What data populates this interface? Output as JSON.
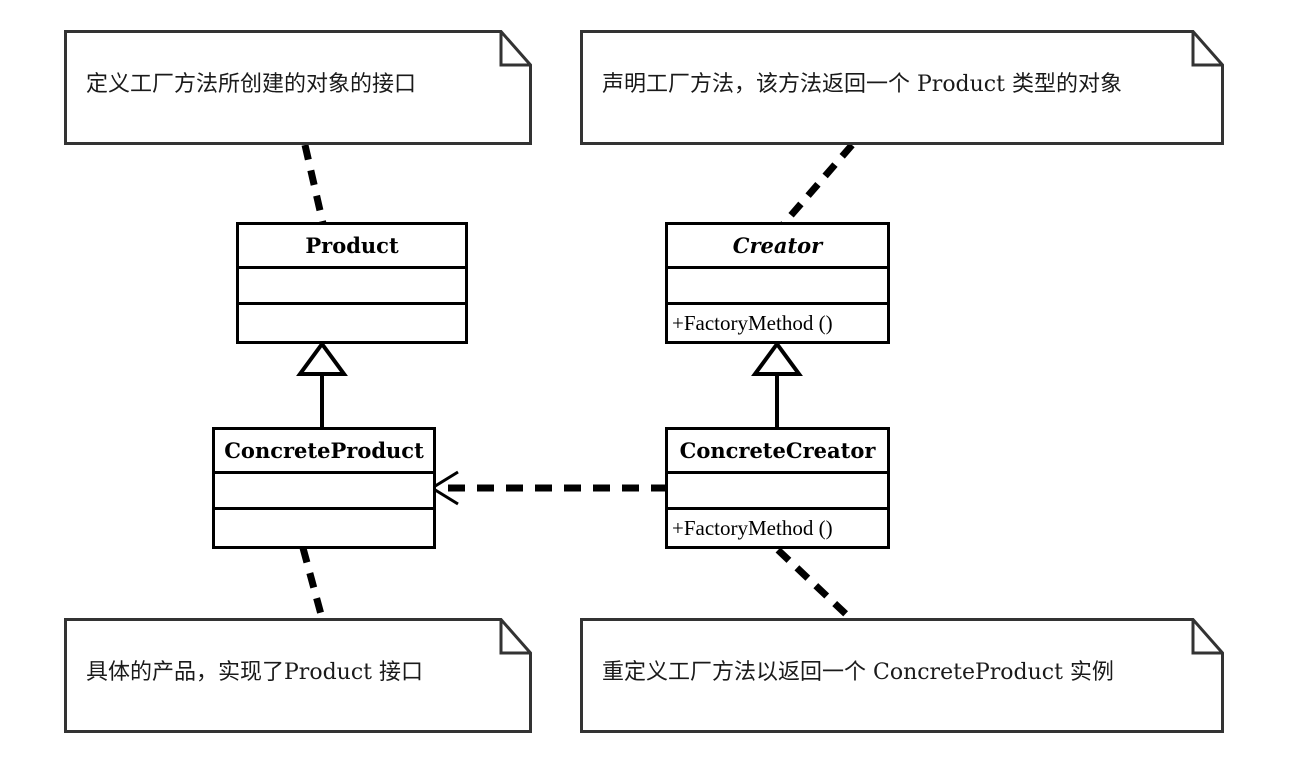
{
  "diagram": {
    "title": "Factory Method Pattern UML Class Diagram",
    "stroke_color": "#000000",
    "background_color": "#ffffff",
    "note_stroke_color": "#333333"
  },
  "classes": [
    {
      "id": "product",
      "name": "Product",
      "abstract": false,
      "attributes": [],
      "operations": []
    },
    {
      "id": "creator",
      "name": "Creator",
      "abstract": true,
      "attributes": [],
      "operations": [
        "+FactoryMethod ()"
      ]
    },
    {
      "id": "concrete-product",
      "name": "ConcreteProduct",
      "abstract": false,
      "attributes": [],
      "operations": []
    },
    {
      "id": "concrete-creator",
      "name": "ConcreteCreator",
      "abstract": false,
      "attributes": [],
      "operations": [
        "+FactoryMethod ()"
      ]
    }
  ],
  "notes": [
    {
      "id": "note-product",
      "text": "定义工厂方法所创建的对象的接口",
      "attached_to": "Product"
    },
    {
      "id": "note-creator",
      "text": "声明工厂方法，该方法返回一个 Product 类型的对象",
      "attached_to": "Creator"
    },
    {
      "id": "note-concrete-product",
      "text": "具体的产品，实现了Product 接口",
      "attached_to": "ConcreteProduct"
    },
    {
      "id": "note-concrete-creator",
      "text": "重定义工厂方法以返回一个 ConcreteProduct 实例",
      "attached_to": "ConcreteCreator"
    }
  ],
  "relationships": [
    {
      "id": "generalization-product",
      "type": "generalization",
      "from": "ConcreteProduct",
      "to": "Product",
      "style": "solid-hollow-triangle"
    },
    {
      "id": "generalization-creator",
      "type": "generalization",
      "from": "ConcreteCreator",
      "to": "Creator",
      "style": "solid-hollow-triangle"
    },
    {
      "id": "dependency-creates",
      "type": "dependency",
      "from": "ConcreteCreator",
      "to": "ConcreteProduct",
      "style": "dashed-open-arrow"
    }
  ]
}
